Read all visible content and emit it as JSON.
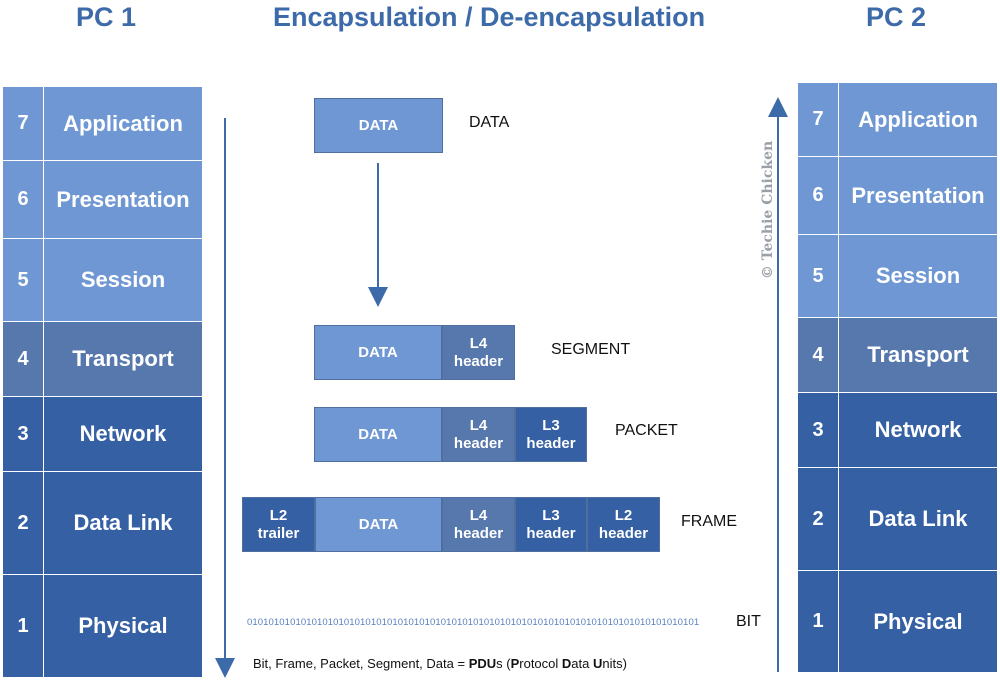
{
  "header": {
    "pc1": "PC 1",
    "title": "Encapsulation / De-encapsulation",
    "pc2": "PC 2"
  },
  "layers": [
    {
      "num": "7",
      "name": "Application"
    },
    {
      "num": "6",
      "name": "Presentation"
    },
    {
      "num": "5",
      "name": "Session"
    },
    {
      "num": "4",
      "name": "Transport"
    },
    {
      "num": "3",
      "name": "Network"
    },
    {
      "num": "2",
      "name": "Data Link"
    },
    {
      "num": "1",
      "name": "Physical"
    }
  ],
  "pdu": {
    "data": {
      "box": "DATA",
      "label": "DATA"
    },
    "segment": {
      "data": "DATA",
      "l4": "L4 header",
      "label": "SEGMENT"
    },
    "packet": {
      "data": "DATA",
      "l4": "L4 header",
      "l3": "L3 header",
      "label": "PACKET"
    },
    "frame": {
      "l2_trailer": "L2 trailer",
      "data": "DATA",
      "l4": "L4 header",
      "l3": "L3 header",
      "l2": "L2 header",
      "label": "FRAME"
    },
    "bit": {
      "bits": "010101010101010101010101010101010101010101010101010101010101010101010101010101010101",
      "label": "BIT"
    }
  },
  "footnote": {
    "prefix": "Bit, Frame, Packet, Segment, Data = ",
    "pdu": "PDU",
    "after_pdu": "s (",
    "p": "P",
    "rotocol": "rotocol ",
    "d": "D",
    "ata": "ata ",
    "u": "U",
    "nits": "nits)"
  },
  "watermark": "© Techie Chicken",
  "colors": {
    "title": "#3d6aa8",
    "layer_light": "#6f97d3",
    "layer_mid": "#5678ad",
    "layer_dark": "#3560a4",
    "arrow": "#3d6aa8"
  }
}
